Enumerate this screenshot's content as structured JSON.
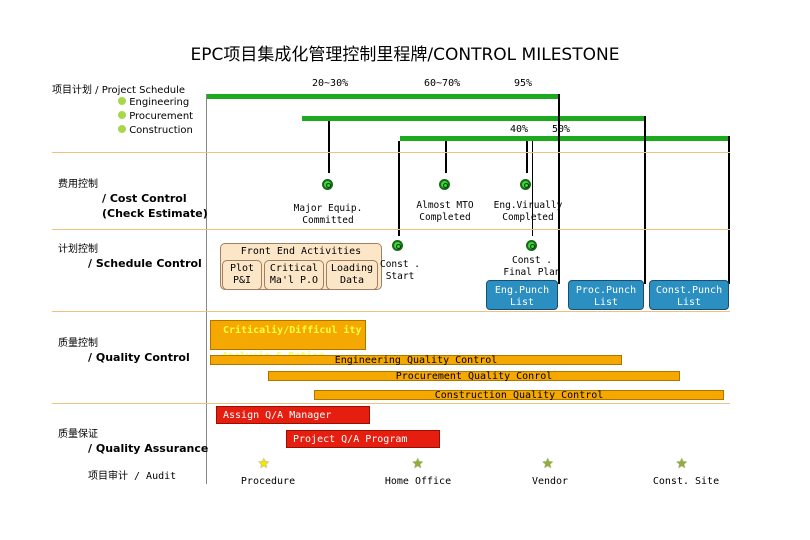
{
  "title": "EPC项目集成化管理控制里程牌/CONTROL MILESTONE",
  "schedule": {
    "label": "项目计划 / Project Schedule",
    "phases": [
      "Engineering",
      "Procurement",
      "Construction"
    ],
    "pct_20_30": "20~30%",
    "pct_60_70": "60~70%",
    "pct_95": "95%",
    "pct_40": "40%",
    "pct_50": "50%"
  },
  "cost": {
    "label_cn": "费用控制",
    "label_en": "/ Cost Control",
    "label_sub": "(Check Estimate)",
    "milestones": [
      {
        "line1": "Major Equip.",
        "line2": "Committed"
      },
      {
        "line1": "Almost MTO",
        "line2": "Completed"
      },
      {
        "line1": "Eng.Virually",
        "line2": "Completed"
      }
    ]
  },
  "schedule_control": {
    "label_cn": "计划控制",
    "label_en": "/ Schedule Control",
    "front_end": "Front End Activities",
    "boxes": [
      {
        "line1": "Plot",
        "line2": "P&I"
      },
      {
        "line1": "Critical",
        "line2": "Ma'l P.O"
      },
      {
        "line1": "Loading",
        "line2": "Data"
      }
    ],
    "const_start": {
      "line1": "Const .",
      "line2": "Start"
    },
    "const_final": {
      "line1": "Const .",
      "line2": "Final Plan"
    },
    "punch": [
      {
        "line1": "Eng.Punch",
        "line2": "List"
      },
      {
        "line1": "Proc.Punch",
        "line2": "List"
      },
      {
        "line1": "Const.Punch",
        "line2": "List"
      }
    ]
  },
  "quality_control": {
    "label_cn": "质量控制",
    "label_en": "/ Quality Control",
    "criticality": "Criticaliy/Difficul ity",
    "analysis": "Analysis & Rating",
    "bars": [
      "Engineering Quality Control",
      "Procurement Quality Conrol",
      "Construction Quality Control"
    ]
  },
  "quality_assurance": {
    "label_cn": "质量保证",
    "label_en": "/ Quality Assurance",
    "bars": [
      "Assign Q/A Manager",
      "Project Q/A Program"
    ]
  },
  "audit": {
    "label": "项目审计 / Audit",
    "items": [
      "Procedure",
      "Home Office",
      "Vendor",
      "Const. Site"
    ]
  },
  "colors": {
    "green_bar": "#1eaa1e",
    "orange_bar": "#f5a800",
    "red_bar": "#e61e10",
    "punch_blue": "#2b8fc2",
    "tan_box": "#fbe6c8",
    "divider": "#f0c080"
  }
}
